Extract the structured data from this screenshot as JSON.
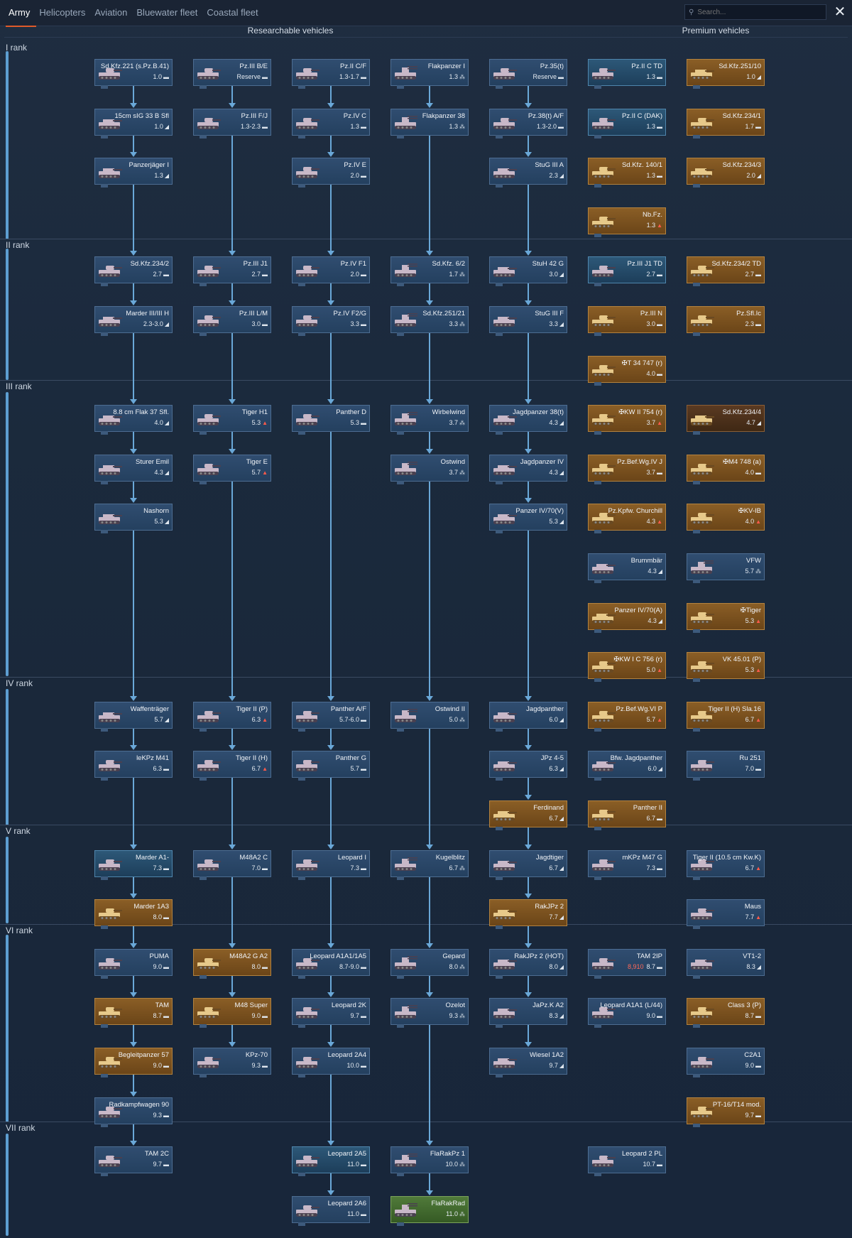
{
  "tabs": [
    "Army",
    "Helicopters",
    "Aviation",
    "Bluewater fleet",
    "Coastal fleet"
  ],
  "search": {
    "placeholder": "Search..."
  },
  "close_glyph": "✕",
  "sections": {
    "researchable": "Researchable vehicles",
    "premium": "Premium vehicles"
  },
  "ranks": [
    "I rank",
    "II rank",
    "III rank",
    "IV rank",
    "V rank",
    "VI rank",
    "VII rank"
  ],
  "colors": {
    "researchable_card": "#2a4566",
    "premium_card": "#7a5220",
    "connector": "#6aa8d8",
    "active_tab_underline": "#e05a2a"
  },
  "vehicles": [
    {
      "name": "Sd.Kfz.221 (s.Pz.B.41)",
      "br": "1.0",
      "icon": "light-tank-icon"
    },
    {
      "name": "Pz.III B/E",
      "br": "Reserve",
      "icon": "medium-tank-icon"
    },
    {
      "name": "Pz.II C/F",
      "br": "1.3-1.7",
      "icon": "light-tank-icon"
    },
    {
      "name": "Flakpanzer I",
      "br": "1.3",
      "icon": "spaa-icon"
    },
    {
      "name": "Pz.35(t)",
      "br": "Reserve",
      "icon": "medium-tank-icon"
    },
    {
      "name": "Pz.II C TD",
      "br": "1.3",
      "icon": "light-tank-icon"
    },
    {
      "name": "Sd.Kfz.251/10",
      "br": "1.0",
      "icon": "tank-destroyer-icon"
    },
    {
      "name": "15cm sIG 33 B Sfl",
      "br": "1.0",
      "icon": "tank-destroyer-icon"
    },
    {
      "name": "Pz.III F/J",
      "br": "1.3-2.3",
      "icon": "medium-tank-icon"
    },
    {
      "name": "Pz.IV C",
      "br": "1.3",
      "icon": "medium-tank-icon"
    },
    {
      "name": "Flakpanzer 38",
      "br": "1.3",
      "icon": "spaa-icon"
    },
    {
      "name": "Pz.38(t) A/F",
      "br": "1.3-2.0",
      "icon": "light-tank-icon"
    },
    {
      "name": "Pz.II C (DAK)",
      "br": "1.3",
      "icon": "medium-tank-icon"
    },
    {
      "name": "Sd.Kfz.234/1",
      "br": "1.7",
      "icon": "light-tank-icon"
    },
    {
      "name": "Panzerjäger I",
      "br": "1.3",
      "icon": "tank-destroyer-icon"
    },
    {
      "name": "Pz.IV E",
      "br": "2.0",
      "icon": "medium-tank-icon"
    },
    {
      "name": "StuG III A",
      "br": "2.3",
      "icon": "tank-destroyer-icon"
    },
    {
      "name": "Sd.Kfz. 140/1",
      "br": "1.3",
      "icon": "light-tank-icon"
    },
    {
      "name": "Sd.Kfz.234/3",
      "br": "2.0",
      "icon": "tank-destroyer-icon"
    },
    {
      "name": "Nb.Fz.",
      "br": "1.3",
      "icon": "heavy-tank-icon"
    },
    {
      "name": "Sd.Kfz.234/2",
      "br": "2.7",
      "icon": "light-tank-icon"
    },
    {
      "name": "Pz.III J1",
      "br": "2.7",
      "icon": "medium-tank-icon"
    },
    {
      "name": "Pz.IV F1",
      "br": "2.0",
      "icon": "medium-tank-icon"
    },
    {
      "name": "Sd.Kfz. 6/2",
      "br": "1.7",
      "icon": "spaa-icon"
    },
    {
      "name": "StuH 42 G",
      "br": "3.0",
      "icon": "tank-destroyer-icon"
    },
    {
      "name": "Pz.III J1 TD",
      "br": "2.7",
      "icon": "medium-tank-icon"
    },
    {
      "name": "Sd.Kfz.234/2 TD",
      "br": "2.7",
      "icon": "light-tank-icon"
    },
    {
      "name": "Marder III/III H",
      "br": "2.3-3.0",
      "icon": "tank-destroyer-icon"
    },
    {
      "name": "Pz.III L/M",
      "br": "3.0",
      "icon": "medium-tank-icon"
    },
    {
      "name": "Pz.IV F2/G",
      "br": "3.3",
      "icon": "medium-tank-icon"
    },
    {
      "name": "Sd.Kfz.251/21",
      "br": "3.3",
      "icon": "spaa-icon"
    },
    {
      "name": "StuG III F",
      "br": "3.3",
      "icon": "tank-destroyer-icon"
    },
    {
      "name": "Pz.III N",
      "br": "3.0",
      "icon": "medium-tank-icon"
    },
    {
      "name": "Pz.Sfl.Ic",
      "br": "2.3",
      "icon": "light-tank-icon"
    },
    {
      "name": "✠T 34 747 (r)",
      "br": "4.0",
      "icon": "medium-tank-icon"
    },
    {
      "name": "8.8 cm Flak 37 Sfl.",
      "br": "4.0",
      "icon": "tank-destroyer-icon"
    },
    {
      "name": "Tiger H1",
      "br": "5.3",
      "icon": "heavy-tank-icon"
    },
    {
      "name": "Panther D",
      "br": "5.3",
      "icon": "medium-tank-icon"
    },
    {
      "name": "Wirbelwind",
      "br": "3.7",
      "icon": "spaa-icon"
    },
    {
      "name": "Jagdpanzer 38(t)",
      "br": "4.3",
      "icon": "tank-destroyer-icon"
    },
    {
      "name": "✠KW II 754 (r)",
      "br": "3.7",
      "icon": "heavy-tank-icon"
    },
    {
      "name": "Sd.Kfz.234/4",
      "br": "4.7",
      "icon": "tank-destroyer-icon"
    },
    {
      "name": "Sturer Emil",
      "br": "4.3",
      "icon": "tank-destroyer-icon"
    },
    {
      "name": "Tiger E",
      "br": "5.7",
      "icon": "heavy-tank-icon"
    },
    {
      "name": "Ostwind",
      "br": "3.7",
      "icon": "spaa-icon"
    },
    {
      "name": "Jagdpanzer IV",
      "br": "4.3",
      "icon": "tank-destroyer-icon"
    },
    {
      "name": "Pz.Bef.Wg.IV J",
      "br": "3.7",
      "icon": "medium-tank-icon"
    },
    {
      "name": "✠M4 748 (a)",
      "br": "4.0",
      "icon": "medium-tank-icon"
    },
    {
      "name": "Nashorn",
      "br": "5.3",
      "icon": "tank-destroyer-icon"
    },
    {
      "name": "Panzer IV/70(V)",
      "br": "5.3",
      "icon": "tank-destroyer-icon"
    },
    {
      "name": "Pz.Kpfw. Churchill",
      "br": "4.3",
      "icon": "heavy-tank-icon"
    },
    {
      "name": "✠KV-IB",
      "br": "4.0",
      "icon": "heavy-tank-icon"
    },
    {
      "name": "Brummbär",
      "br": "4.3",
      "icon": "tank-destroyer-icon"
    },
    {
      "name": "VFW",
      "br": "5.7",
      "icon": "spaa-icon"
    },
    {
      "name": "Panzer IV/70(A)",
      "br": "4.3",
      "icon": "tank-destroyer-icon"
    },
    {
      "name": "✠Tiger",
      "br": "5.3",
      "icon": "heavy-tank-icon"
    },
    {
      "name": "✠KW I C 756 (r)",
      "br": "5.0",
      "icon": "heavy-tank-icon"
    },
    {
      "name": "VK 45.01 (P)",
      "br": "5.3",
      "icon": "heavy-tank-icon"
    },
    {
      "name": "Waffenträger",
      "br": "5.7",
      "icon": "tank-destroyer-icon"
    },
    {
      "name": "Tiger II (P)",
      "br": "6.3",
      "icon": "heavy-tank-icon"
    },
    {
      "name": "Panther A/F",
      "br": "5.7-6.0",
      "icon": "medium-tank-icon"
    },
    {
      "name": "Ostwind II",
      "br": "5.0",
      "icon": "spaa-icon"
    },
    {
      "name": "Jagdpanther",
      "br": "6.0",
      "icon": "tank-destroyer-icon"
    },
    {
      "name": "Pz.Bef.Wg.VI P",
      "br": "5.7",
      "icon": "heavy-tank-icon"
    },
    {
      "name": "Tiger II (H) Sla.16",
      "br": "6.7",
      "icon": "heavy-tank-icon"
    },
    {
      "name": "leKPz M41",
      "br": "6.3",
      "icon": "light-tank-icon"
    },
    {
      "name": "Tiger II (H)",
      "br": "6.7",
      "icon": "heavy-tank-icon"
    },
    {
      "name": "Panther G",
      "br": "5.7",
      "icon": "medium-tank-icon"
    },
    {
      "name": "JPz 4-5",
      "br": "6.3",
      "icon": "tank-destroyer-icon"
    },
    {
      "name": "Bfw. Jagdpanther",
      "br": "6.0",
      "icon": "tank-destroyer-icon"
    },
    {
      "name": "Ru 251",
      "br": "7.0",
      "icon": "light-tank-icon"
    },
    {
      "name": "Ferdinand",
      "br": "6.7",
      "icon": "tank-destroyer-icon"
    },
    {
      "name": "Panther II",
      "br": "6.7",
      "icon": "medium-tank-icon"
    },
    {
      "name": "Marder A1-",
      "br": "7.3",
      "icon": "light-tank-icon"
    },
    {
      "name": "M48A2 C",
      "br": "7.0",
      "icon": "medium-tank-icon"
    },
    {
      "name": "Leopard I",
      "br": "7.3",
      "icon": "medium-tank-icon"
    },
    {
      "name": "Kugelblitz",
      "br": "6.7",
      "icon": "spaa-icon"
    },
    {
      "name": "Jagdtiger",
      "br": "6.7",
      "icon": "tank-destroyer-icon"
    },
    {
      "name": "mKPz M47 G",
      "br": "7.3",
      "icon": "medium-tank-icon"
    },
    {
      "name": "Tiger II (10.5 cm Kw.K)",
      "br": "6.7",
      "icon": "heavy-tank-icon"
    },
    {
      "name": "Marder 1A3",
      "br": "8.0",
      "icon": "light-tank-icon"
    },
    {
      "name": "RakJPz 2",
      "br": "7.7",
      "icon": "tank-destroyer-icon"
    },
    {
      "name": "Maus",
      "br": "7.7",
      "icon": "heavy-tank-icon"
    },
    {
      "name": "PUMA",
      "br": "9.0",
      "icon": "light-tank-icon"
    },
    {
      "name": "M48A2 G A2",
      "br": "8.0",
      "icon": "medium-tank-icon"
    },
    {
      "name": "Leopard A1A1/1A5",
      "br": "8.7-9.0",
      "icon": "medium-tank-icon"
    },
    {
      "name": "Gepard",
      "br": "8.0",
      "icon": "spaa-icon"
    },
    {
      "name": "RakJPz 2 (HOT)",
      "br": "8.0",
      "icon": "tank-destroyer-icon"
    },
    {
      "name": "TAM 2IP",
      "br": "8.7",
      "cost": "8,910",
      "icon": "medium-tank-icon"
    },
    {
      "name": "VT1-2",
      "br": "8.3",
      "icon": "tank-destroyer-icon"
    },
    {
      "name": "TAM",
      "br": "8.7",
      "icon": "medium-tank-icon"
    },
    {
      "name": "M48 Super",
      "br": "9.0",
      "icon": "medium-tank-icon"
    },
    {
      "name": "Leopard 2K",
      "br": "9.7",
      "icon": "medium-tank-icon"
    },
    {
      "name": "Ozelot",
      "br": "9.3",
      "icon": "spaa-icon"
    },
    {
      "name": "JaPz.K A2",
      "br": "8.3",
      "icon": "tank-destroyer-icon"
    },
    {
      "name": "Leopard A1A1 (L/44)",
      "br": "9.0",
      "icon": "medium-tank-icon"
    },
    {
      "name": "Class 3 (P)",
      "br": "8.7",
      "icon": "medium-tank-icon"
    },
    {
      "name": "Begleitpanzer 57",
      "br": "9.0",
      "icon": "light-tank-icon"
    },
    {
      "name": "KPz-70",
      "br": "9.3",
      "icon": "medium-tank-icon"
    },
    {
      "name": "Leopard 2A4",
      "br": "10.0",
      "icon": "medium-tank-icon"
    },
    {
      "name": "Wiesel 1A2",
      "br": "9.7",
      "icon": "tank-destroyer-icon"
    },
    {
      "name": "C2A1",
      "br": "9.0",
      "icon": "medium-tank-icon"
    },
    {
      "name": "Radkampfwagen 90",
      "br": "9.3",
      "icon": "light-tank-icon"
    },
    {
      "name": "PT-16/T14 mod.",
      "br": "9.7",
      "icon": "light-tank-icon"
    },
    {
      "name": "TAM 2C",
      "br": "9.7",
      "icon": "medium-tank-icon"
    },
    {
      "name": "Leopard 2A5",
      "br": "11.0",
      "icon": "medium-tank-icon"
    },
    {
      "name": "FlaRakPz 1",
      "br": "10.0",
      "icon": "spaa-icon"
    },
    {
      "name": "Leopard 2 PL",
      "br": "10.7",
      "icon": "medium-tank-icon"
    },
    {
      "name": "Leopard 2A6",
      "br": "11.0",
      "icon": "medium-tank-icon"
    },
    {
      "name": "FlaRakRad",
      "br": "11.0",
      "icon": "spaa-icon"
    }
  ]
}
